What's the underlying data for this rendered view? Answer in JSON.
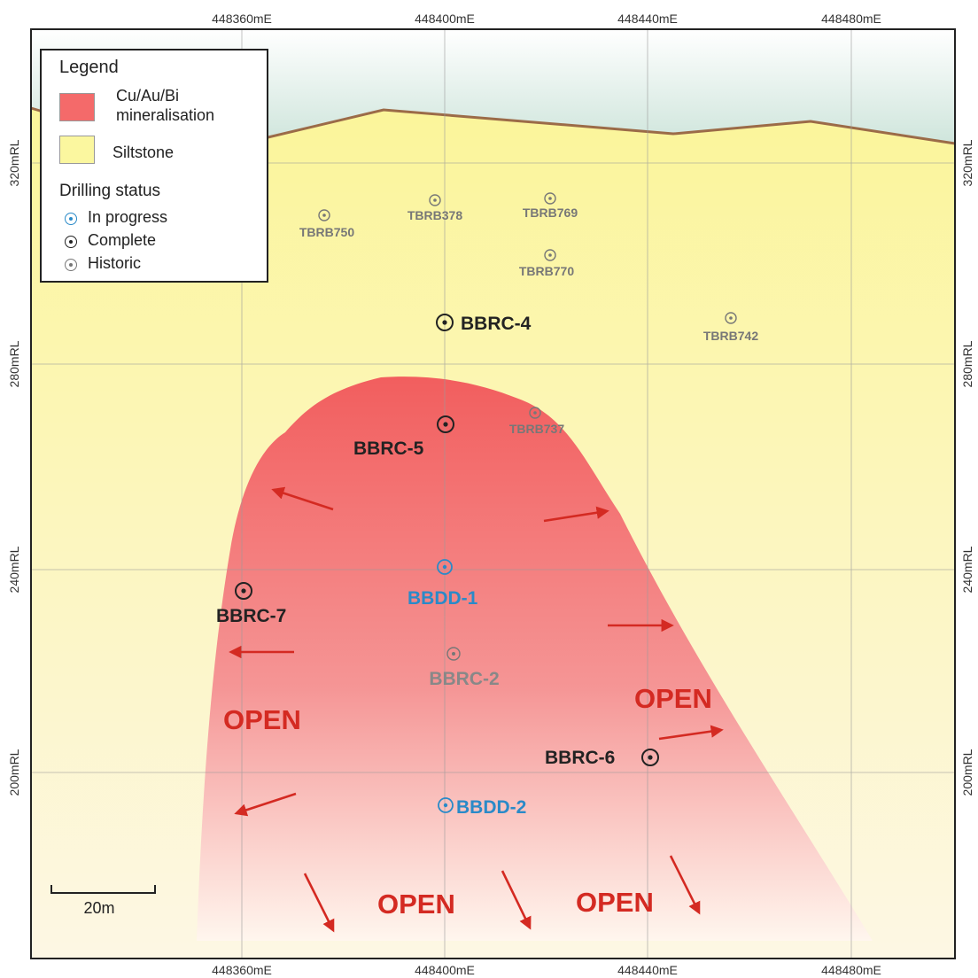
{
  "axes": {
    "eastings_top": [
      "448360mE",
      "448400mE",
      "448440mE",
      "448480mE"
    ],
    "eastings_bottom": [
      "448360mE",
      "448400mE",
      "448440mE",
      "448480mE"
    ],
    "rls_left": [
      "320mRL",
      "280mRL",
      "240mRL",
      "200mRL"
    ],
    "rls_right": [
      "320mRL",
      "280mRL",
      "240mRL",
      "200mRL"
    ]
  },
  "legend": {
    "title": "Legend",
    "mineralisation_label": "Cu/Au/Bi mineralisation",
    "siltstone_label": "Siltstone",
    "drilling_status_title": "Drilling status",
    "in_progress": "In progress",
    "complete": "Complete",
    "historic": "Historic"
  },
  "colors": {
    "sky": "#d8ebe3",
    "siltstone": "#fbf79f",
    "mineralisation": "#f46a6a",
    "surface_line": "#9b6b48",
    "in_progress": "#2a8ac8",
    "complete": "#222222",
    "historic": "#777777",
    "arrow": "#d42a22"
  },
  "drillholes": {
    "tbrb750": "TBRB750",
    "tbrb378": "TBRB378",
    "tbrb769": "TBRB769",
    "tbrb770": "TBRB770",
    "tbrb742": "TBRB742",
    "tbrb737": "TBRB737",
    "bbrc4": "BBRC-4",
    "bbrc5": "BBRC-5",
    "bbrc7": "BBRC-7",
    "bbdd1": "BBDD-1",
    "bbrc2": "BBRC-2",
    "bbrc6": "BBRC-6",
    "bbdd2": "BBDD-2"
  },
  "open_labels": {
    "left": "OPEN",
    "right": "OPEN",
    "bottom_center": "OPEN",
    "bottom_right": "OPEN"
  },
  "scale_bar": {
    "label": "20m"
  }
}
